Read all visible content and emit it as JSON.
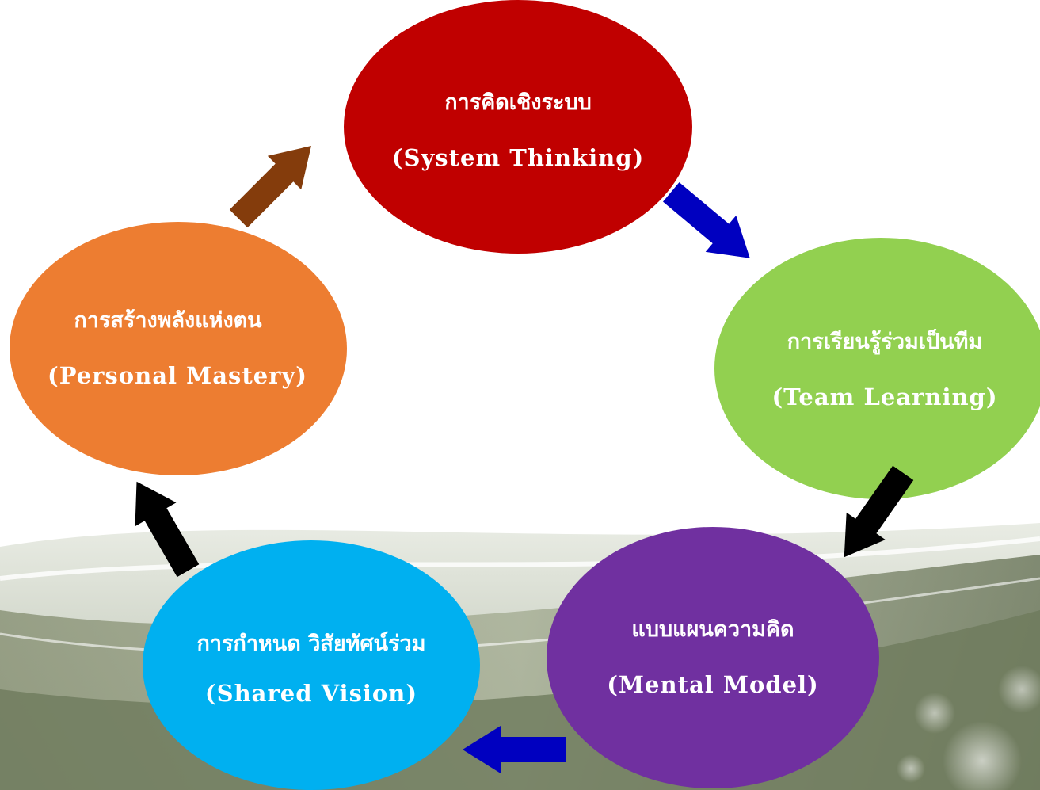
{
  "nodes": [
    {
      "id": "system-thinking",
      "thai": "การคิดเชิงระบบ",
      "english": "(System Thinking)",
      "color": "#c00000"
    },
    {
      "id": "team-learning",
      "thai": "การเรียนรู้ร่วมเป็นทีม",
      "english": "(Team Learning)",
      "color": "#92d050"
    },
    {
      "id": "mental-model",
      "thai": "แบบแผนความคิด",
      "english": "(Mental Model)",
      "color": "#7030a0"
    },
    {
      "id": "shared-vision",
      "thai": "การกำหนด วิสัยทัศน์ร่วม",
      "english": "(Shared Vision)",
      "color": "#00b0f0"
    },
    {
      "id": "personal-mastery",
      "thai": "การสร้างพลังแห่งตน",
      "english": "(Personal Mastery)",
      "color": "#ed7d31"
    }
  ],
  "arrows": [
    {
      "from": "system-thinking",
      "to": "team-learning",
      "color": "#0000c0"
    },
    {
      "from": "team-learning",
      "to": "mental-model",
      "color": "#000000"
    },
    {
      "from": "mental-model",
      "to": "shared-vision",
      "color": "#0000c0"
    },
    {
      "from": "shared-vision",
      "to": "personal-mastery",
      "color": "#000000"
    },
    {
      "from": "personal-mastery",
      "to": "system-thinking",
      "color": "#843c0c"
    }
  ]
}
